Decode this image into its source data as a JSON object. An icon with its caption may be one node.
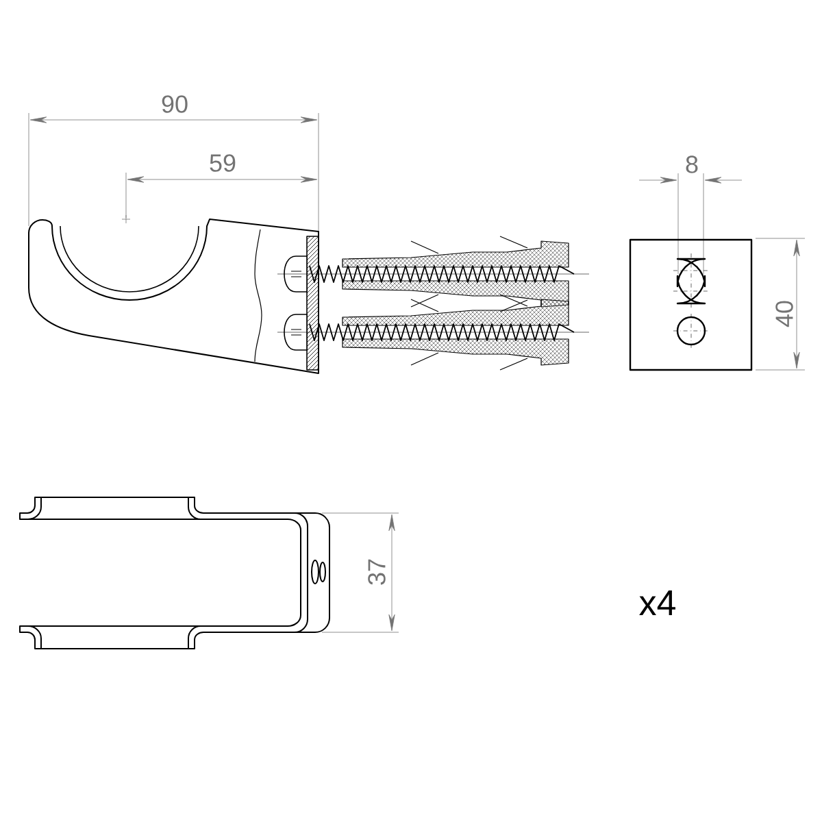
{
  "diagram": {
    "labels": [
      "90",
      "59",
      "8",
      "40",
      "37",
      "x4"
    ]
  }
}
